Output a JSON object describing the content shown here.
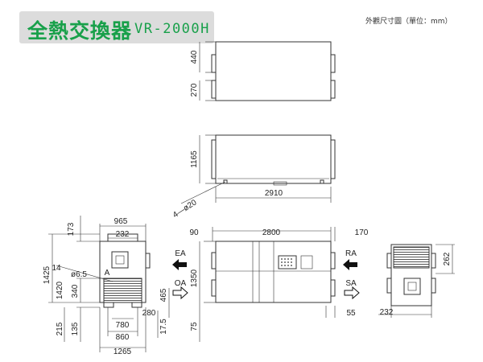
{
  "header": {
    "title": "全熱交換器",
    "model": "VR-2000H",
    "unit_note": "外觀尺寸圖（單位：mm）"
  },
  "dimensions": {
    "top_h1": "440",
    "top_h2": "270",
    "plan_h": "1165",
    "plan_len": "2910",
    "hanger": "4—ø20",
    "front_w": "965",
    "front_duct_w": "232",
    "front_h_top": "173",
    "front_h_total": "1425",
    "front_h_label": "14",
    "front_hole": "ø6.5",
    "front_panel": "A",
    "front_h_mid": "340",
    "front_h_low": "215",
    "front_h_135": "135",
    "front_465": "465",
    "front_280": "280",
    "front_780": "780",
    "front_860": "860",
    "front_1265": "1265",
    "front_175": "17.5",
    "side_90": "90",
    "side_2800": "2800",
    "side_170": "170",
    "side_1350": "1350",
    "side_75": "75",
    "side_55": "55",
    "end_262": "262",
    "end_232": "232",
    "ea": "EA",
    "oa": "OA",
    "ra": "RA",
    "sa": "SA"
  },
  "colors": {
    "title_green": "#18a04a",
    "title_band": "#dcdcdc",
    "line": "#333333"
  }
}
